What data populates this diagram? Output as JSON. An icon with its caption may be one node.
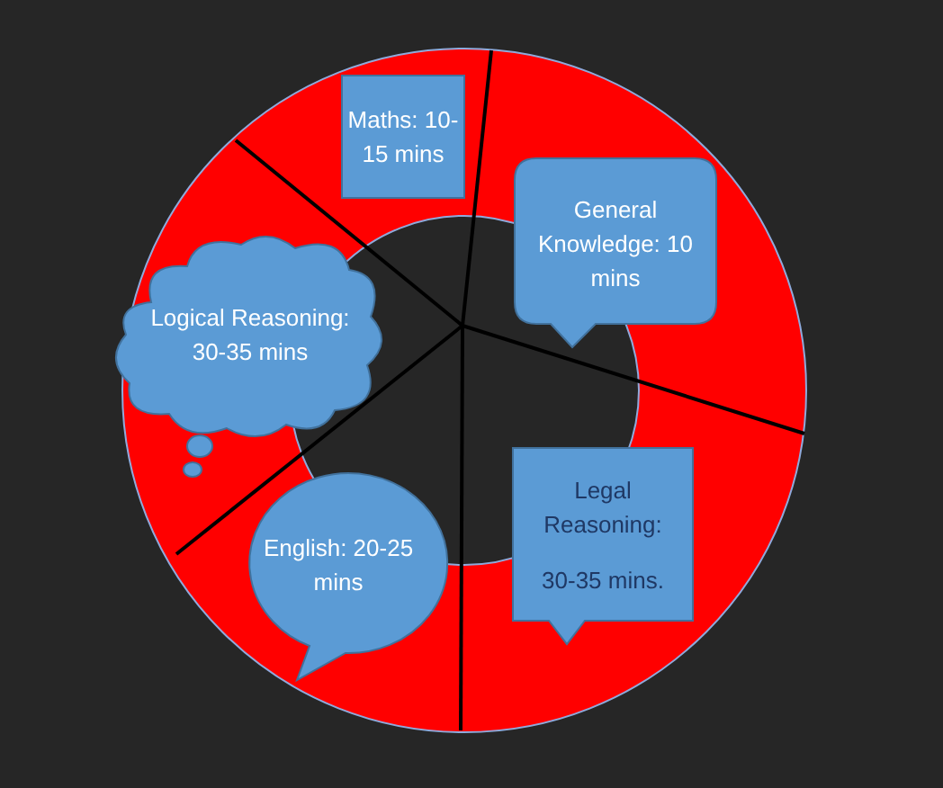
{
  "diagram": {
    "nodes": [
      {
        "text": [
          "Maths: 10-15 mins"
        ]
      },
      {
        "text": [
          "General Knowledge: 10 mins"
        ]
      },
      {
        "text": [
          "Logical Reasoning: 30-35 mins"
        ]
      },
      {
        "text": [
          "English: 20-25 mins"
        ]
      },
      {
        "text": [
          "Legal Reasoning:",
          "30-35 mins."
        ]
      }
    ]
  }
}
